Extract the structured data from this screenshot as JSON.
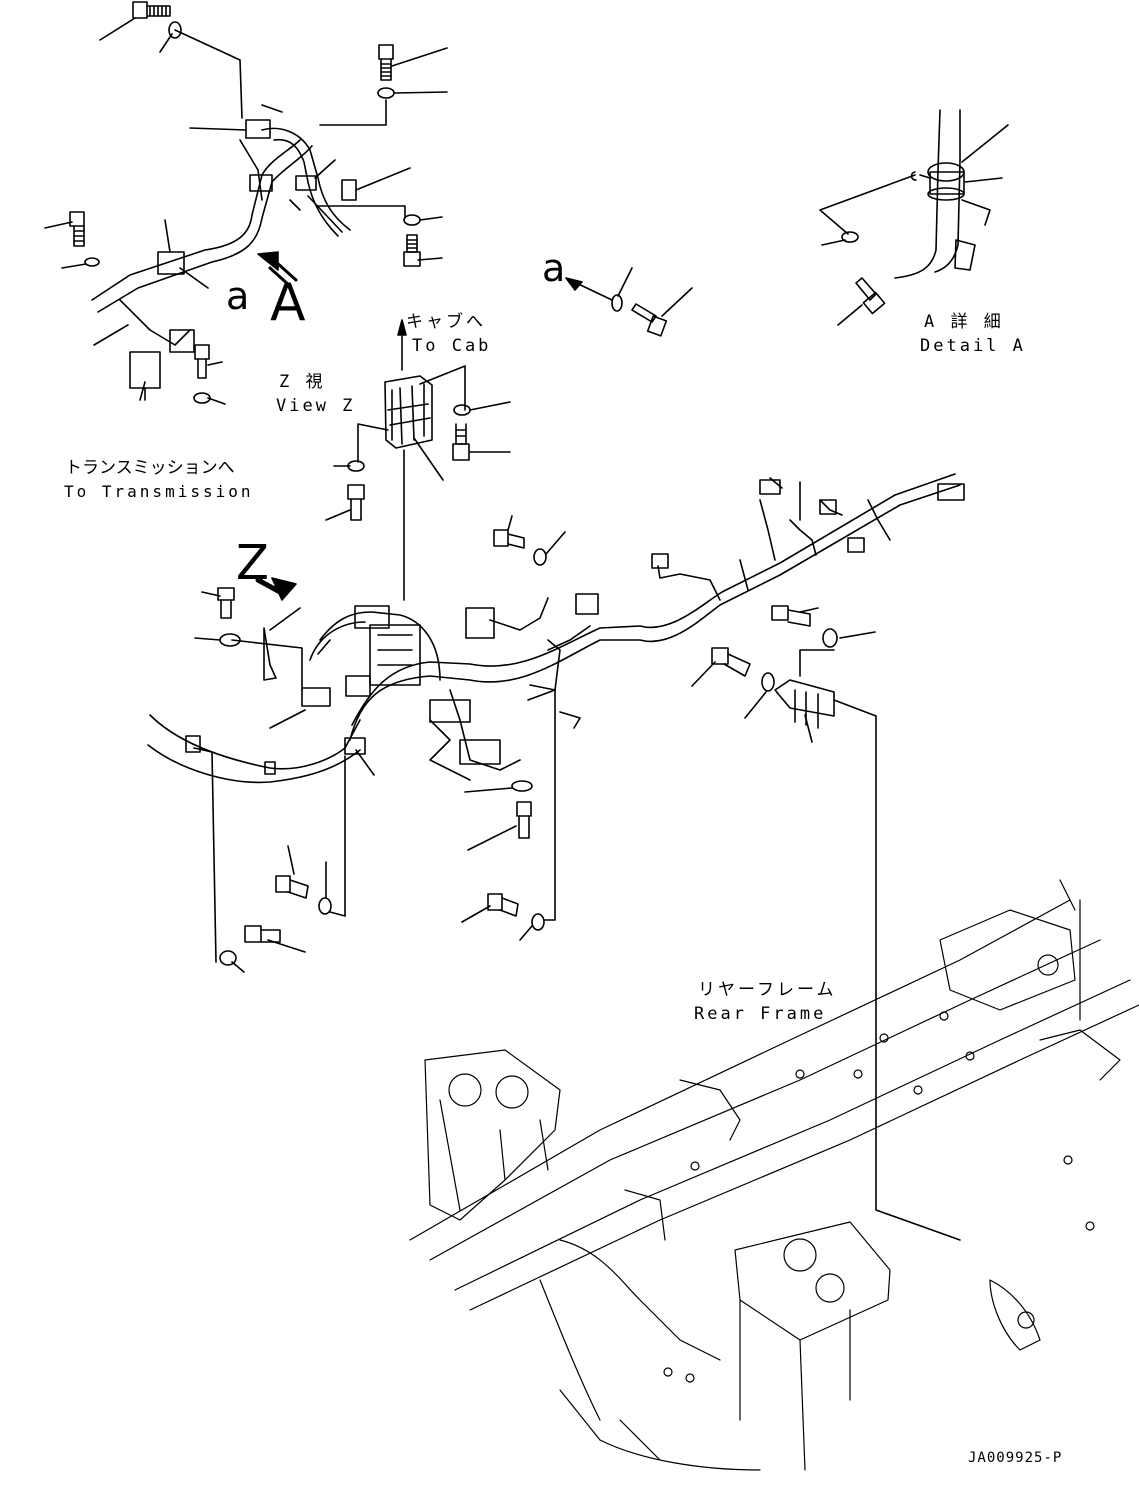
{
  "labels": {
    "to_cab_jp": "キャブへ",
    "to_cab_en": "To Cab",
    "view_z_jp": "Z  視",
    "view_z_en": "View Z",
    "to_transmission_jp": "トランスミッションへ",
    "to_transmission_en": "To Transmission",
    "detail_a_jp": "A 詳 細",
    "detail_a_en": "Detail A",
    "rear_frame_jp": "リヤーフレーム",
    "rear_frame_en": "Rear Frame",
    "ref_a_left": "a",
    "ref_A": "A",
    "ref_a_right": "a",
    "ref_Z": "Z",
    "drawing_number": "JA009925-P"
  }
}
